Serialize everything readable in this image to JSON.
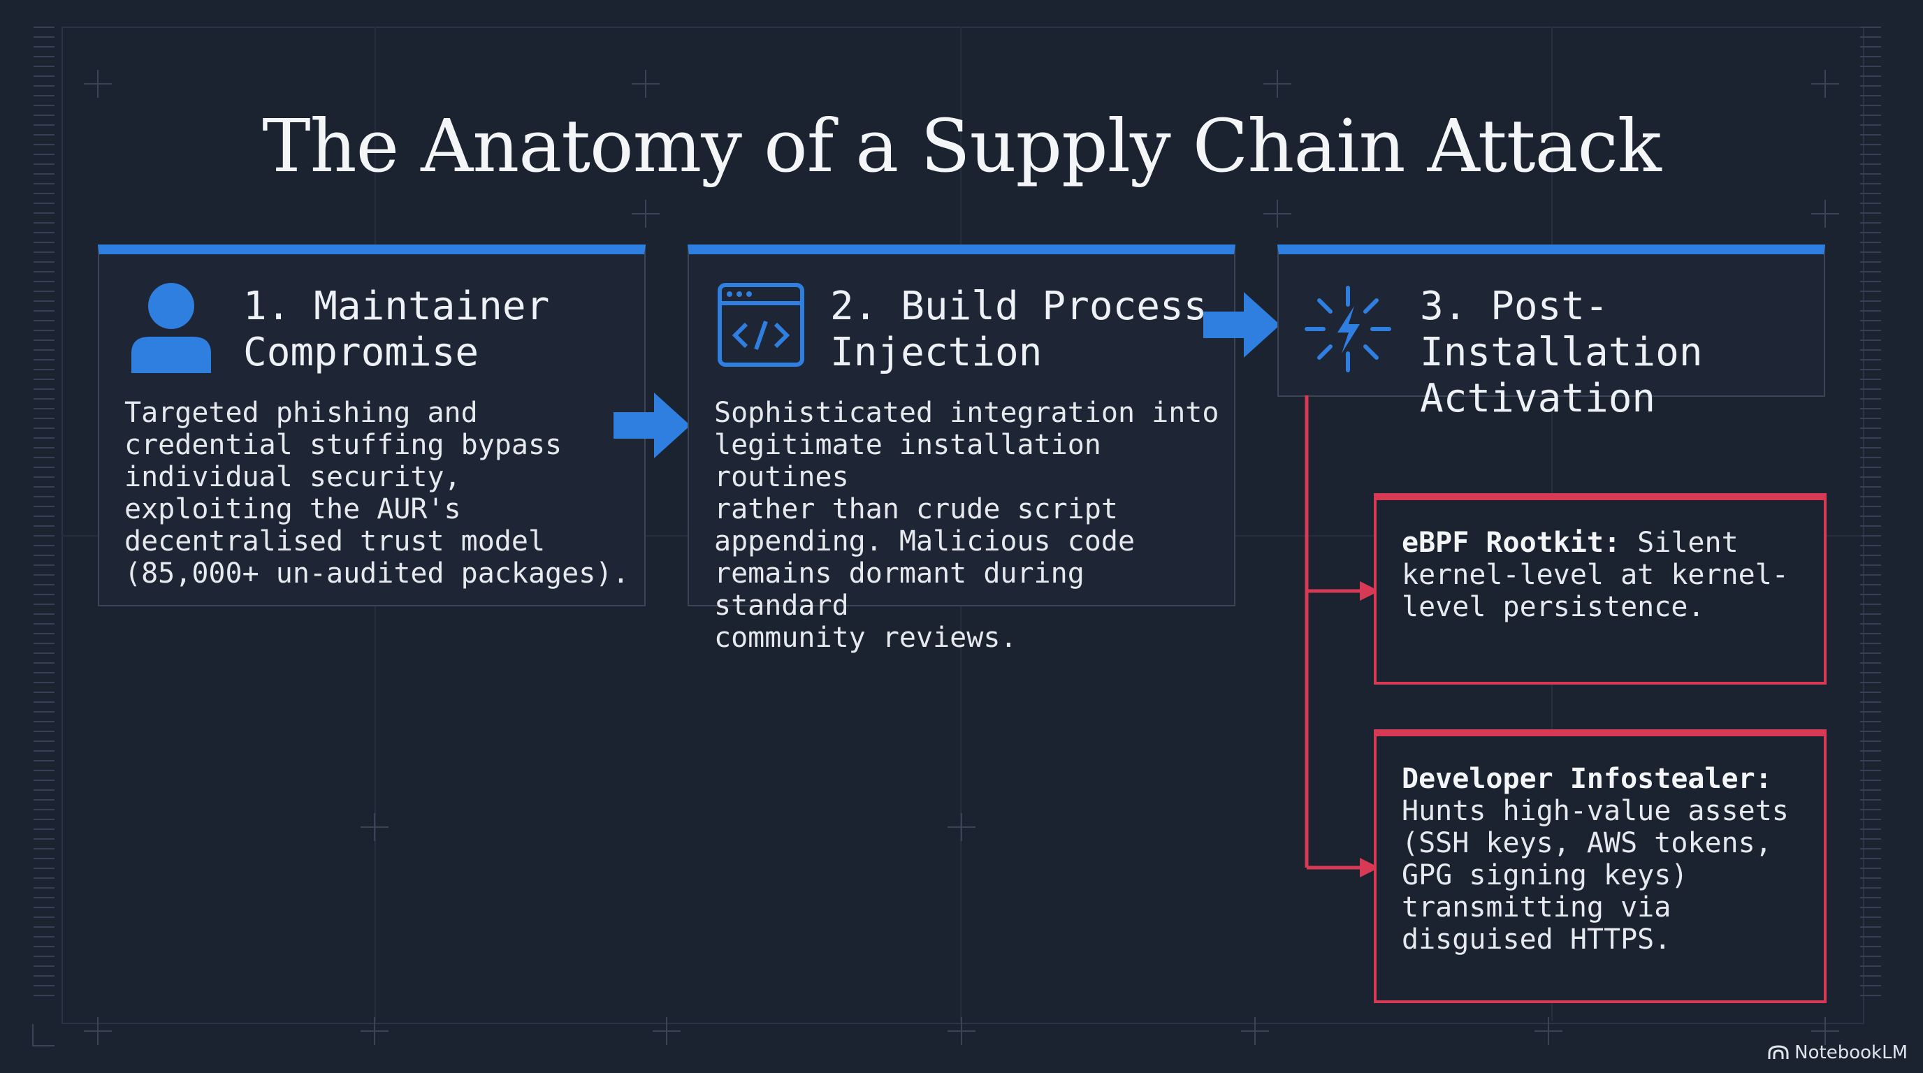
{
  "title": "The Anatomy of a Supply Chain Attack",
  "colors": {
    "background": "#1b2230",
    "accent_blue": "#2f7fe0",
    "accent_red": "#d83a55"
  },
  "steps": [
    {
      "heading_line1": "1. Maintainer",
      "heading_line2": "Compromise",
      "icon": "user-icon",
      "body": "Targeted phishing and\ncredential stuffing bypass\nindividual security,\nexploiting the AUR's\ndecentralised trust model\n(85,000+ un-audited packages)."
    },
    {
      "heading_line1": "2. Build Process",
      "heading_line2": "Injection",
      "icon": "code-window-icon",
      "body": "Sophisticated integration into\nlegitimate installation routines\nrather than crude script\nappending. Malicious code\nremains dormant during standard\ncommunity reviews."
    },
    {
      "heading_line1": "3. Post-Installation",
      "heading_line2": "Activation",
      "icon": "burst-icon"
    }
  ],
  "payloads": [
    {
      "label": "eBPF Rootkit:",
      "text": " Silent kernel-level at kernel-level persistence."
    },
    {
      "label": "Developer Infostealer:",
      "text": " Hunts high-value assets (SSH keys, AWS tokens, GPG signing keys) transmitting via disguised HTTPS."
    }
  ],
  "branding": {
    "name": "NotebookLM",
    "icon": "notebooklm-logo-icon"
  }
}
